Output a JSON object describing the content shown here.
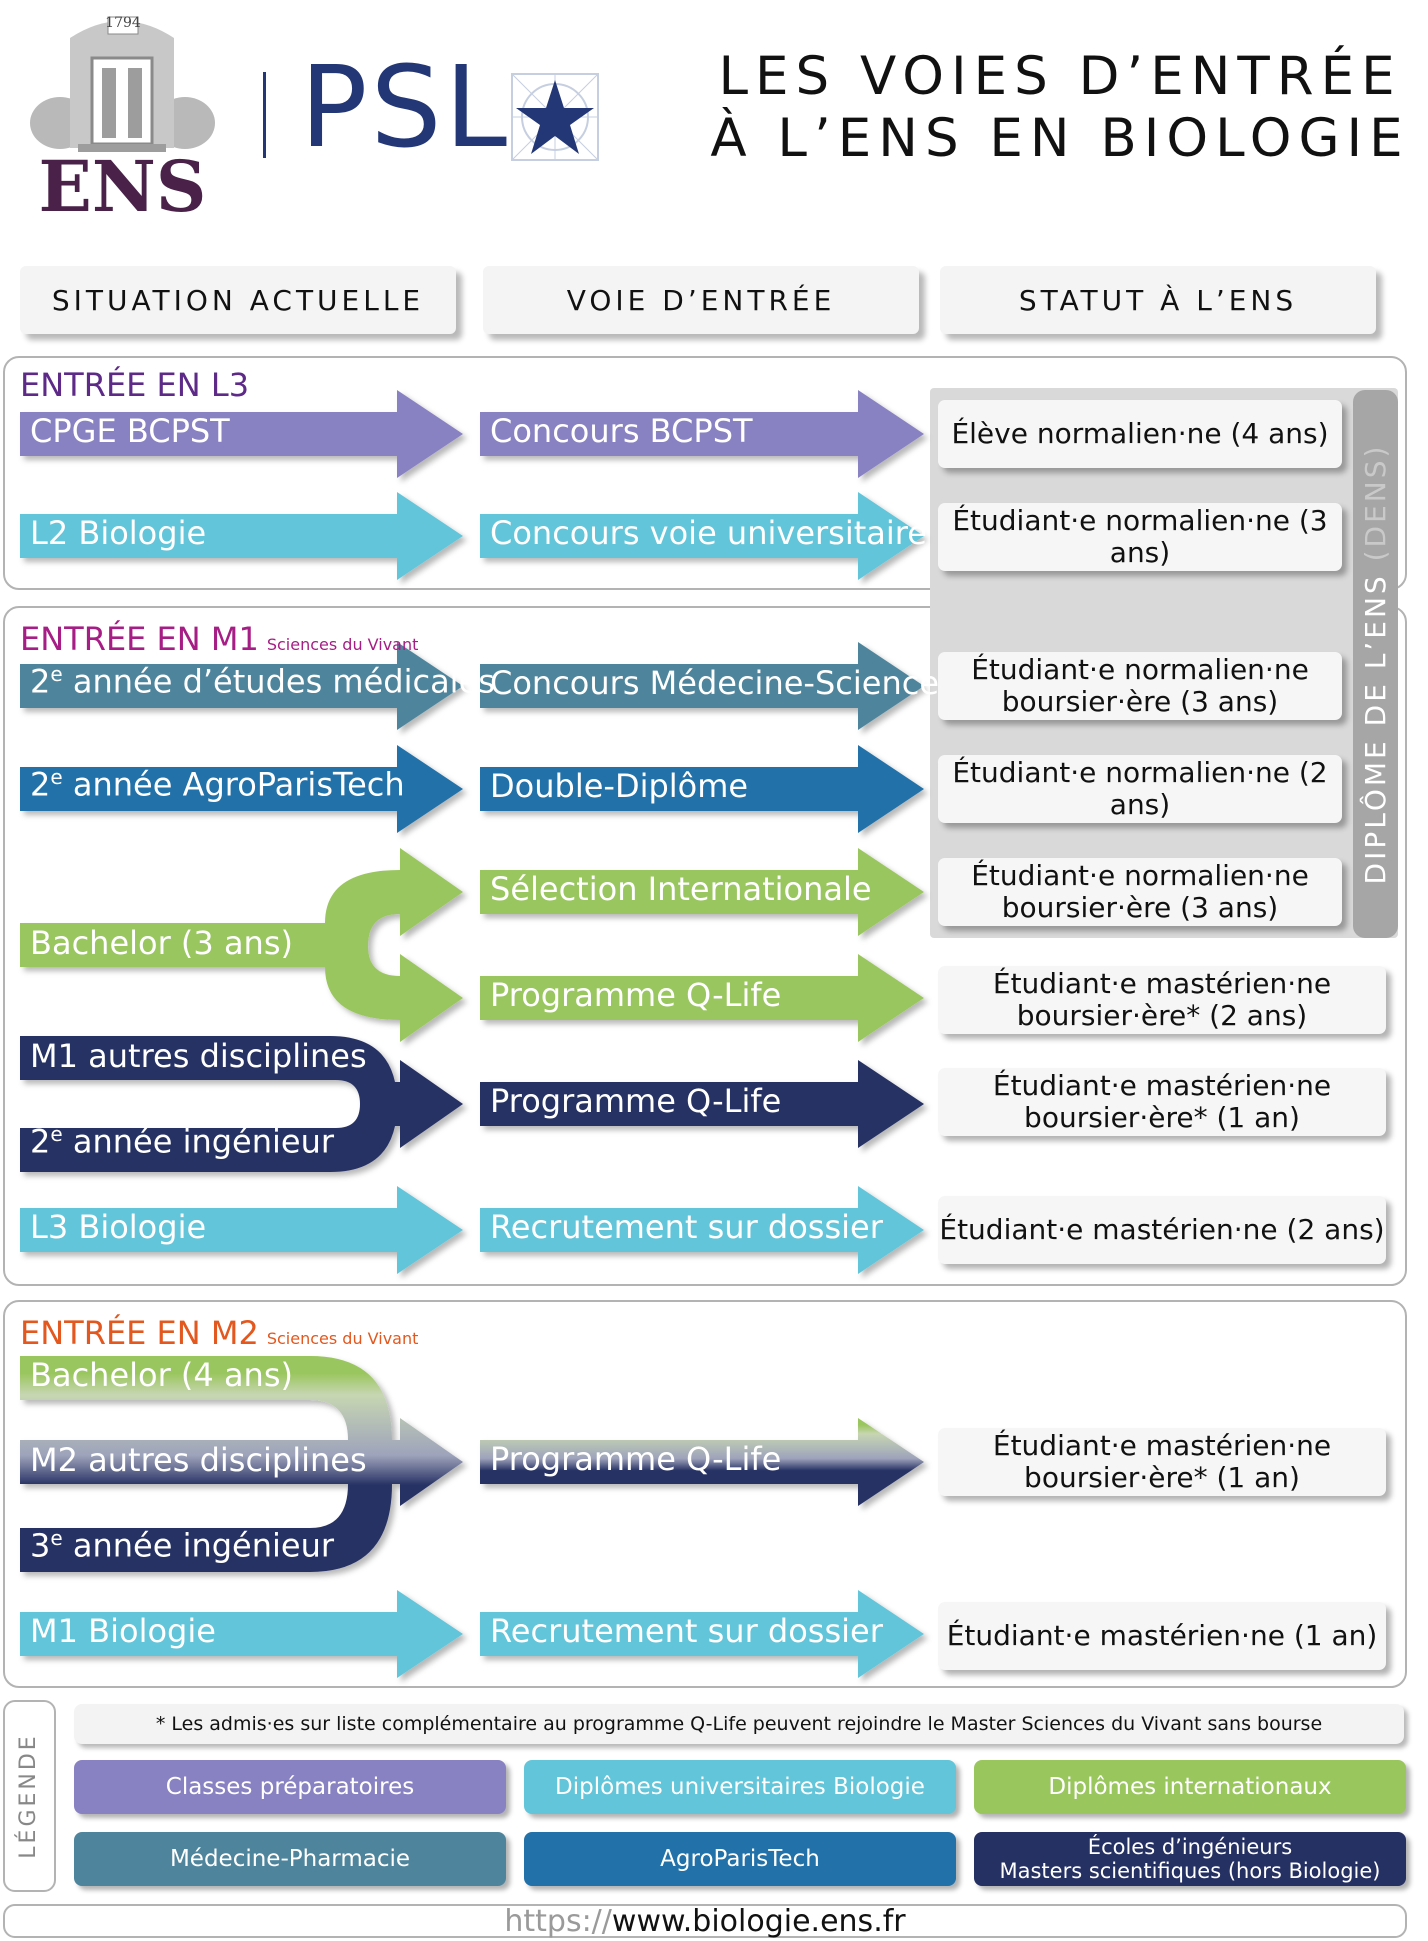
{
  "logo": {
    "ens_year": "1794",
    "ens_text": "ENS",
    "psl_text": "PSL"
  },
  "title": {
    "line1": "LES VOIES D’ENTRÉE",
    "line2": "À L’ENS EN BIOLOGIE"
  },
  "columns": [
    "SITUATION ACTUELLE",
    "VOIE D’ENTRÉE",
    "STATUT À L’ENS"
  ],
  "dens": {
    "label": "DIPLÔME DE L’ENS",
    "abbr": "(DENS)"
  },
  "colors": {
    "prepa": "#8882c3",
    "univ": "#62c5d9",
    "intl": "#9ac65e",
    "medecine": "#4f859c",
    "agro": "#2271a8",
    "ingenieur": "#253063",
    "l3_title": "#5d2a87",
    "m1_title": "#a61e85",
    "m2_title": "#e2581f"
  },
  "sections": {
    "l3": {
      "title": "ENTRÉE EN L3",
      "subtitle": ""
    },
    "m1": {
      "title": "ENTRÉE EN M1",
      "subtitle": "Sciences du Vivant"
    },
    "m2": {
      "title": "ENTRÉE EN M2",
      "subtitle": "Sciences du Vivant"
    }
  },
  "rows": {
    "cpge": {
      "situation": "CPGE BCPST",
      "voie": "Concours BCPST",
      "statut": "Élève normalien·ne (4 ans)"
    },
    "l2": {
      "situation": "L2 Biologie",
      "voie": "Concours voie universitaire",
      "statut": "Étudiant·e normalien·ne (3 ans)"
    },
    "med": {
      "sit_a": "2",
      "sit_sup": "e",
      "sit_b": " année d’études médicales",
      "voie": "Concours Médecine-Sciences",
      "statut1": "Étudiant·e normalien·ne",
      "statut2": "boursier·ère (3 ans)"
    },
    "agro": {
      "sit_a": "2",
      "sit_sup": "e",
      "sit_b": " année AgroParisTech",
      "voie": "Double-Diplôme",
      "statut": "Étudiant·e normalien·ne (2 ans)"
    },
    "intl": {
      "voie": "Sélection Internationale",
      "statut1": "Étudiant·e normalien·ne",
      "statut2": "boursier·ère (3 ans)"
    },
    "bachelor3": {
      "situation": "Bachelor (3 ans)",
      "voie": "Programme Q-Life",
      "statut1": "Étudiant·e mastérien·ne",
      "statut2": "boursier·ère* (2 ans)"
    },
    "m1autres": {
      "sit1": "M1 autres disciplines",
      "sit2_a": "2",
      "sit2_sup": "e",
      "sit2_b": " année ingénieur",
      "voie": "Programme Q-Life",
      "statut1": "Étudiant·e mastérien·ne",
      "statut2": "boursier·ère* (1 an)"
    },
    "l3bio": {
      "situation": "L3 Biologie",
      "voie": "Recrutement sur dossier",
      "statut": "Étudiant·e mastérien·ne (2 ans)"
    },
    "m2": {
      "sit1": "Bachelor (4 ans)",
      "sit2": "M2 autres disciplines",
      "sit3_a": "3",
      "sit3_sup": "e",
      "sit3_b": " année ingénieur",
      "voie": "Programme Q-Life",
      "statut1": "Étudiant·e mastérien·ne",
      "statut2": "boursier·ère* (1 an)"
    },
    "m1bio": {
      "situation": "M1 Biologie",
      "voie": "Recrutement sur dossier",
      "statut": "Étudiant·e mastérien·ne (1 an)"
    }
  },
  "note": "* Les admis·es sur liste complémentaire au programme Q-Life peuvent rejoindre le Master Sciences du Vivant sans bourse",
  "legend": {
    "title": "LÉGENDE",
    "prepa": "Classes préparatoires",
    "univ": "Diplômes universitaires Biologie",
    "intl": "Diplômes internationaux",
    "medecine": "Médecine-Pharmacie",
    "agro": "AgroParisTech",
    "ing1": "Écoles d’ingénieurs",
    "ing2": "Masters scientifiques (hors Biologie)"
  },
  "url": {
    "prefix": "https://",
    "domain": "www.biologie.ens.fr"
  }
}
